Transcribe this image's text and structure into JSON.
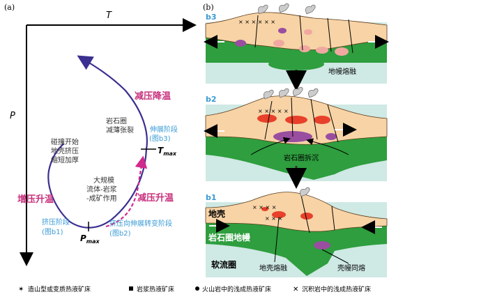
{
  "panel_a": {
    "label": "(a)",
    "axis_t": "T",
    "axis_p": "P",
    "stage_collision": [
      "碰撞开始",
      "地壳挤压",
      "缩短加厚"
    ],
    "label_increase": "增压升温",
    "label_compression_stage": [
      "挤压阶段",
      "(图b1)"
    ],
    "label_pmax": "P",
    "label_pmax_sub": "max",
    "label_fluid": [
      "大规模",
      "流体-岩浆",
      "-成矿作用"
    ],
    "label_decomp_heat": "减压升温",
    "label_transition": [
      "挤压向伸展转变阶段",
      "(图b2)"
    ],
    "label_lithosphere": [
      "岩石圈",
      "减薄张裂"
    ],
    "label_extension": [
      "伸展阶段",
      "(图b3)"
    ],
    "label_tmax": "T",
    "label_tmax_sub": "max",
    "label_decomp_cool": "减压降温"
  },
  "panel_b": {
    "label": "(b)",
    "b3": {
      "tag": "b3",
      "note": "地幔熔融"
    },
    "b2": {
      "tag": "b2",
      "note": "岩石圈拆沉"
    },
    "b1": {
      "tag": "b1",
      "crust": "地壳",
      "mantle": "岩石圈地幔",
      "asthenosphere": "软流圈",
      "crust_melt": "地壳熔融",
      "mantle_melt": "壳幔同熔"
    }
  },
  "legend": {
    "item1": "造山型或变质热液矿床",
    "item2": "岩浆热液矿床",
    "item3": "火山岩中的浅成热液矿床",
    "item4": "沉积岩中的浅成热液矿床"
  },
  "colors": {
    "path": "#3b2f8f",
    "arrow_pink": "#d02a8c",
    "pink_text": "#c8307c",
    "blue_text": "#3a9bd5",
    "crust": "#f7d3a6",
    "mantle": "#2e9e3e",
    "asthenosphere": "#cfe9e4",
    "melt_red": "#e8402a",
    "melt_purple": "#9a4ea0",
    "melt_pink": "#f0a8a0"
  }
}
